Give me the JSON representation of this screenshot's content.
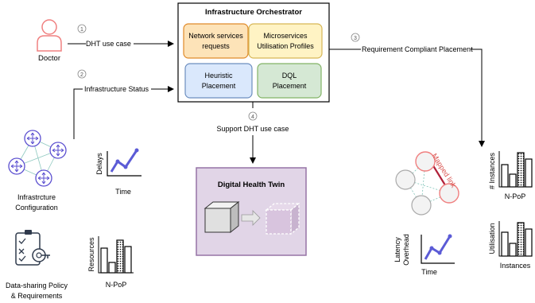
{
  "orchestrator": {
    "title": "Infrastructure Orchestrator",
    "modules": [
      {
        "label_line1": "Network services",
        "label_line2": "requests"
      },
      {
        "label_line1": "Microservices",
        "label_line2": "Utilisation Profiles"
      },
      {
        "label_line1": "Heuristic",
        "label_line2": "Placement"
      },
      {
        "label_line1": "DQL",
        "label_line2": "Placement"
      }
    ]
  },
  "actors": {
    "doctor": "Doctor",
    "infra_config_line1": "Infrastrcture",
    "infra_config_line2": "Configuration",
    "policy_line1": "Data-sharing Policy",
    "policy_line2": "& Requirements"
  },
  "steps": [
    {
      "num": "1",
      "label": "DHT use case"
    },
    {
      "num": "2",
      "label": "Infrastructure Status"
    },
    {
      "num": "3",
      "label": "Requirement Compliant Placement"
    },
    {
      "num": "4",
      "label": "Support DHT use case"
    }
  ],
  "digital_twin": {
    "title": "Digital Health Twin"
  },
  "mini_charts": {
    "delays": {
      "ylabel": "Delays",
      "xlabel": "Time"
    },
    "resources": {
      "ylabel": "Resources",
      "xlabel": "N-PoP"
    },
    "latency": {
      "ylabel_line1": "Latency",
      "ylabel_line2": "Overhead",
      "xlabel": "Time"
    },
    "instances": {
      "ylabel": "# Instances",
      "xlabel": "N-PoP"
    },
    "utilisation": {
      "ylabel": "Utilisation",
      "xlabel": "Instances"
    }
  },
  "mapped_link": "Mapped link",
  "colors": {
    "doctor": "#f08080",
    "orange_fill": "#fde3b8",
    "orange_stroke": "#e08a2a",
    "yellow_fill": "#fff3c4",
    "yellow_stroke": "#d6b656",
    "blue_fill": "#dae8fc",
    "blue_stroke": "#6c8ebf",
    "green_fill": "#d5e8d4",
    "green_stroke": "#82b366",
    "purple_fill": "#e1d5e7",
    "purple_stroke": "#9673a6",
    "chart_line": "#5b5bd6",
    "router": "#5b4fd0",
    "mapped_link": "#b0213a"
  }
}
